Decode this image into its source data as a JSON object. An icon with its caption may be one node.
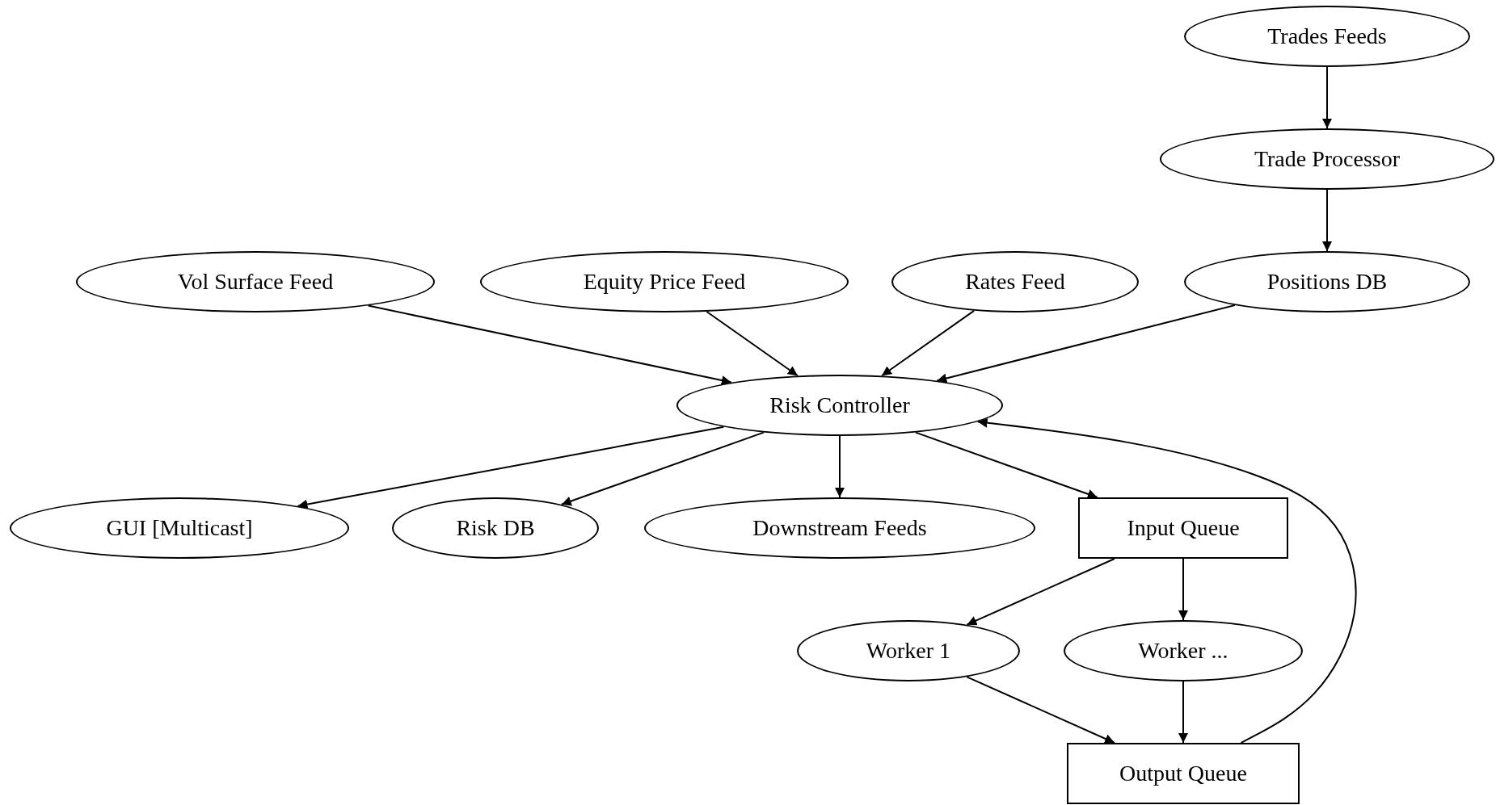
{
  "diagram": {
    "nodes": [
      {
        "text": [
          "Trades Feeds"
        ]
      },
      {
        "text": [
          "Trade Processor"
        ]
      },
      {
        "text": [
          "Vol Surface Feed"
        ]
      },
      {
        "text": [
          "Equity Price Feed"
        ]
      },
      {
        "text": [
          "Rates Feed"
        ]
      },
      {
        "text": [
          "Positions DB"
        ]
      },
      {
        "text": [
          "Risk Controller"
        ]
      },
      {
        "text": [
          "GUI [Multicast]"
        ]
      },
      {
        "text": [
          "Risk DB"
        ]
      },
      {
        "text": [
          "Downstream Feeds"
        ]
      },
      {
        "text": [
          "Input Queue"
        ]
      },
      {
        "text": [
          "Worker 1"
        ]
      },
      {
        "text": [
          "Worker ..."
        ]
      },
      {
        "text": [
          "Output Queue"
        ]
      }
    ],
    "edges": [
      {
        "from": 0,
        "to": 1,
        "arrow": "to"
      },
      {
        "from": 1,
        "to": 5,
        "arrow": "to"
      },
      {
        "from": 2,
        "to": 6,
        "arrow": "to"
      },
      {
        "from": 3,
        "to": 6,
        "arrow": "to"
      },
      {
        "from": 4,
        "to": 6,
        "arrow": "to"
      },
      {
        "from": 5,
        "to": 6,
        "arrow": "to"
      },
      {
        "from": 6,
        "to": 7,
        "arrow": "to"
      },
      {
        "from": 6,
        "to": 8,
        "arrow": "to"
      },
      {
        "from": 6,
        "to": 9,
        "arrow": "to"
      },
      {
        "from": 6,
        "to": 10,
        "arrow": "to"
      },
      {
        "from": 10,
        "to": 11,
        "arrow": "to"
      },
      {
        "from": 10,
        "to": 12,
        "arrow": "to"
      },
      {
        "from": 11,
        "to": 13,
        "arrow": "to"
      },
      {
        "from": 12,
        "to": 13,
        "arrow": "to"
      },
      {
        "from": 13,
        "to": 6,
        "arrow": "to"
      }
    ]
  }
}
